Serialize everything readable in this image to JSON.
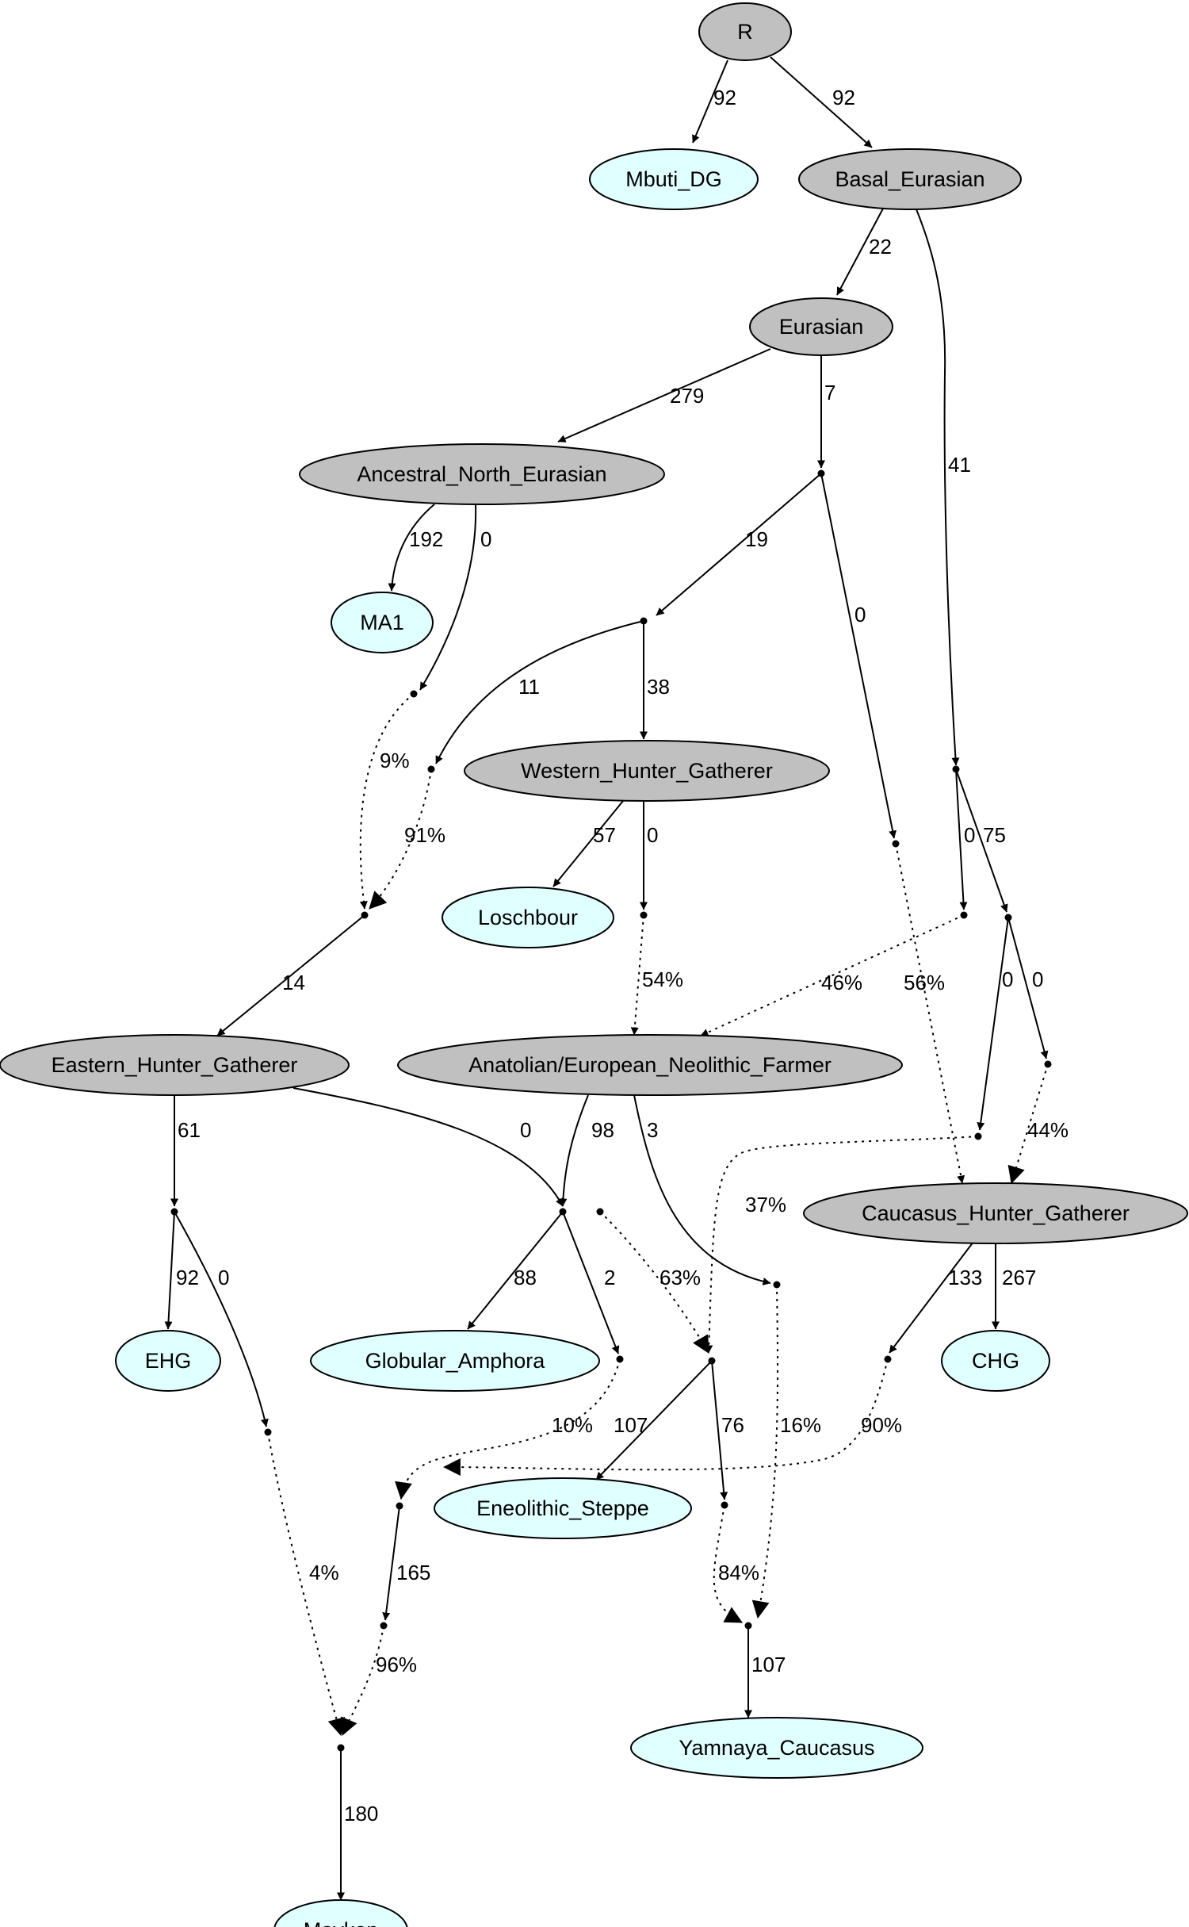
{
  "diagram": {
    "colors": {
      "internal": "#c0c0c0",
      "leaf": "#e0ffff",
      "line": "#000000"
    },
    "nodes": [
      {
        "id": "R",
        "label": "R",
        "kind": "internal"
      },
      {
        "id": "Mbuti_DG",
        "label": "Mbuti_DG",
        "kind": "leaf"
      },
      {
        "id": "Basal_Eurasian",
        "label": "Basal_Eurasian",
        "kind": "internal"
      },
      {
        "id": "Eurasian",
        "label": "Eurasian",
        "kind": "internal"
      },
      {
        "id": "Ancestral_North_Eurasian",
        "label": "Ancestral_North_Eurasian",
        "kind": "internal"
      },
      {
        "id": "MA1",
        "label": "MA1",
        "kind": "leaf"
      },
      {
        "id": "Western_Hunter_Gatherer",
        "label": "Western_Hunter_Gatherer",
        "kind": "internal"
      },
      {
        "id": "Loschbour",
        "label": "Loschbour",
        "kind": "leaf"
      },
      {
        "id": "Eastern_Hunter_Gatherer",
        "label": "Eastern_Hunter_Gatherer",
        "kind": "internal"
      },
      {
        "id": "Anatolian_European_Neolithic_Farmer",
        "label": "Anatolian/European_Neolithic_Farmer",
        "kind": "internal"
      },
      {
        "id": "Caucasus_Hunter_Gatherer",
        "label": "Caucasus_Hunter_Gatherer",
        "kind": "internal"
      },
      {
        "id": "EHG",
        "label": "EHG",
        "kind": "leaf"
      },
      {
        "id": "Globular_Amphora",
        "label": "Globular_Amphora",
        "kind": "leaf"
      },
      {
        "id": "CHG",
        "label": "CHG",
        "kind": "leaf"
      },
      {
        "id": "Eneolithic_Steppe",
        "label": "Eneolithic_Steppe",
        "kind": "leaf"
      },
      {
        "id": "Yamnaya_Caucasus",
        "label": "Yamnaya_Caucasus",
        "kind": "leaf"
      },
      {
        "id": "Maykop",
        "label": "Maykop",
        "kind": "leaf"
      }
    ],
    "edges": [
      {
        "id": "e1",
        "label": "92",
        "style": "solid"
      },
      {
        "id": "e2",
        "label": "92",
        "style": "solid"
      },
      {
        "id": "e3",
        "label": "22",
        "style": "solid"
      },
      {
        "id": "e4",
        "label": "41",
        "style": "solid"
      },
      {
        "id": "e5",
        "label": "279",
        "style": "solid"
      },
      {
        "id": "e6",
        "label": "7",
        "style": "solid"
      },
      {
        "id": "e7",
        "label": "192",
        "style": "solid"
      },
      {
        "id": "e8",
        "label": "0",
        "style": "solid"
      },
      {
        "id": "e9",
        "label": "19",
        "style": "solid"
      },
      {
        "id": "e10",
        "label": "0",
        "style": "solid"
      },
      {
        "id": "e11",
        "label": "11",
        "style": "solid"
      },
      {
        "id": "e12",
        "label": "38",
        "style": "solid"
      },
      {
        "id": "e13",
        "label": "9%",
        "style": "dotted"
      },
      {
        "id": "e14",
        "label": "91%",
        "style": "dotted"
      },
      {
        "id": "e15",
        "label": "57",
        "style": "solid"
      },
      {
        "id": "e16",
        "label": "0",
        "style": "solid"
      },
      {
        "id": "e17",
        "label": "0",
        "style": "solid"
      },
      {
        "id": "e18",
        "label": "75",
        "style": "solid"
      },
      {
        "id": "e19",
        "label": "14",
        "style": "solid"
      },
      {
        "id": "e20",
        "label": "54%",
        "style": "dotted"
      },
      {
        "id": "e21",
        "label": "46%",
        "style": "dotted"
      },
      {
        "id": "e22",
        "label": "56%",
        "style": "dotted"
      },
      {
        "id": "e23",
        "label": "0",
        "style": "solid"
      },
      {
        "id": "e24",
        "label": "0",
        "style": "solid"
      },
      {
        "id": "e25",
        "label": "44%",
        "style": "dotted"
      },
      {
        "id": "e26",
        "label": "61",
        "style": "solid"
      },
      {
        "id": "e27",
        "label": "0",
        "style": "solid"
      },
      {
        "id": "e28",
        "label": "98",
        "style": "solid"
      },
      {
        "id": "e29",
        "label": "3",
        "style": "solid"
      },
      {
        "id": "e30",
        "label": "37%",
        "style": "dotted"
      },
      {
        "id": "e31",
        "label": "92",
        "style": "solid"
      },
      {
        "id": "e32",
        "label": "0",
        "style": "solid"
      },
      {
        "id": "e33",
        "label": "88",
        "style": "solid"
      },
      {
        "id": "e34",
        "label": "2",
        "style": "solid"
      },
      {
        "id": "e35",
        "label": "63%",
        "style": "dotted"
      },
      {
        "id": "e36",
        "label": "133",
        "style": "solid"
      },
      {
        "id": "e37",
        "label": "267",
        "style": "solid"
      },
      {
        "id": "e38",
        "label": "10%",
        "style": "dotted"
      },
      {
        "id": "e39",
        "label": "90%",
        "style": "dotted"
      },
      {
        "id": "e40",
        "label": "107",
        "style": "solid"
      },
      {
        "id": "e41",
        "label": "76",
        "style": "solid"
      },
      {
        "id": "e42",
        "label": "16%",
        "style": "dotted"
      },
      {
        "id": "e43",
        "label": "84%",
        "style": "dotted"
      },
      {
        "id": "e44",
        "label": "4%",
        "style": "dotted"
      },
      {
        "id": "e45",
        "label": "165",
        "style": "solid"
      },
      {
        "id": "e46",
        "label": "96%",
        "style": "dotted"
      },
      {
        "id": "e47",
        "label": "107",
        "style": "solid"
      },
      {
        "id": "e48",
        "label": "180",
        "style": "solid"
      }
    ]
  }
}
